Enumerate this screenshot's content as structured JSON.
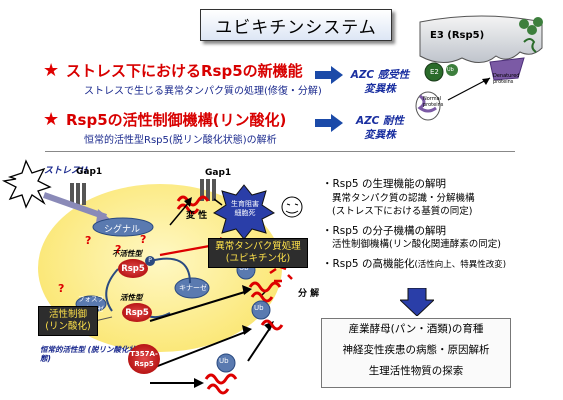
{
  "title": "ユビキチンシステム",
  "features": [
    {
      "heading": "ストレス下におけるRsp5の新機能",
      "sub": "ストレスで生じる異常タンパク質の処理(修復・分解)",
      "mutant": [
        "AZC 感受性",
        "変異株"
      ]
    },
    {
      "heading": "Rsp5の活性制御機構(リン酸化)",
      "sub": "恒常的活性型Rsp5(脱リン酸化状態)の解析",
      "mutant": [
        "AZC 耐性",
        "変異株"
      ]
    }
  ],
  "e3_diagram": {
    "label": "E3 (Rsp5)",
    "e2": "E2",
    "ub": "Ub",
    "normal": "Normal proteins",
    "denatured": "Denatured proteins"
  },
  "mechanism": {
    "stress": "ストレス!!",
    "gap1_left": "Gap1",
    "gap1_right": "Gap1",
    "signal": "シグナル",
    "henkei": "変 性",
    "growth": "生育阻害 細胞死",
    "inactive": "不活性型",
    "active": "活性型",
    "const_active": "恒常的活性型 (脱リン酸化状態)",
    "kinase": "キナーゼ",
    "phosphatase": "フォスファターゼ",
    "activity_reg": "活性制御 (リン酸化)",
    "abnormal": "異常タンパク質処理 (ユビキチン化)",
    "bunkai": "分 解",
    "rsp5": "Rsp5",
    "mut": "T357A-",
    "ub": "Ub",
    "p": "P",
    "q": "?"
  },
  "right_list": [
    {
      "head": "・Rsp5 の生理機能の解明",
      "lines": [
        "異常タンパク質の認識・分解機構",
        "(ストレス下における基質の同定)"
      ]
    },
    {
      "head": "・Rsp5 の分子機構の解明",
      "lines": [
        "活性制御機構(リン酸化関連酵素の同定)"
      ]
    },
    {
      "head": "・Rsp5 の高機能化",
      "tail": "(活性向上、特異性改変)",
      "lines": []
    }
  ],
  "outcomes": [
    "産業酵母(パン・酒類)の育種",
    "神経変性疾患の病態・原因解析",
    "生理活性物質の探索"
  ],
  "colors": {
    "accent_red": "#d80000",
    "blue": "#1b2a8e",
    "cell": "#fbe87a"
  }
}
